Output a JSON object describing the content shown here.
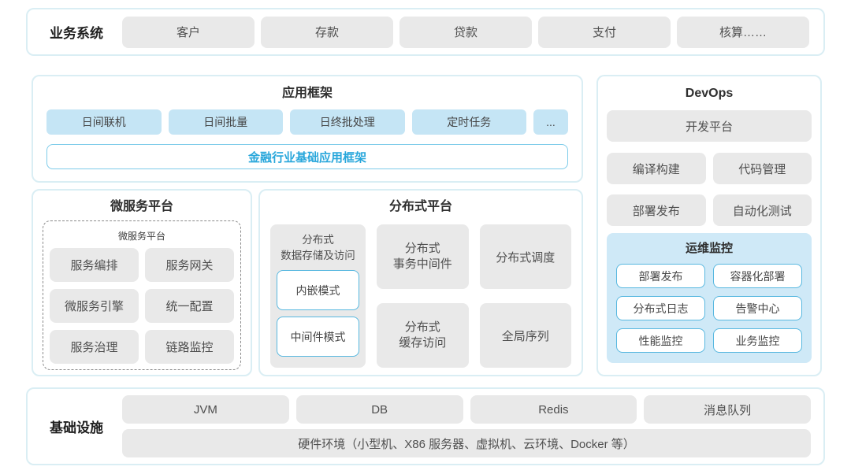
{
  "business_system": {
    "label": "业务系统",
    "items": [
      "客户",
      "存款",
      "贷款",
      "支付",
      "核算……"
    ]
  },
  "app_framework": {
    "title": "应用框架",
    "items": [
      "日间联机",
      "日间批量",
      "日终批处理",
      "定时任务",
      "..."
    ],
    "base_bar": "金融行业基础应用框架"
  },
  "microservice": {
    "title": "微服务平台",
    "inner_title": "微服务平台",
    "items": [
      "服务编排",
      "服务网关",
      "微服务引擎",
      "统一配置",
      "服务治理",
      "链路监控"
    ]
  },
  "distributed": {
    "title": "分布式平台",
    "storage": {
      "title": "分布式\n数据存储及访问",
      "modes": [
        "内嵌模式",
        "中间件模式"
      ]
    },
    "cells": [
      "分布式\n事务中间件",
      "分布式调度",
      "分布式\n缓存访问",
      "全局序列"
    ]
  },
  "devops": {
    "title": "DevOps",
    "dev_platform": "开发平台",
    "items": [
      "编译构建",
      "代码管理",
      "部署发布",
      "自动化测试"
    ],
    "ops_monitor": {
      "title": "运维监控",
      "items": [
        "部署发布",
        "容器化部署",
        "分布式日志",
        "告警中心",
        "性能监控",
        "业务监控"
      ]
    }
  },
  "infrastructure": {
    "label": "基础设施",
    "items": [
      "JVM",
      "DB",
      "Redis",
      "消息队列"
    ],
    "hardware": "硬件环境（小型机、X86 服务器、虚拟机、云环境、Docker 等）"
  },
  "colors": {
    "panel_border": "#daeef4",
    "gray_box": "#e9e9e9",
    "blue_box": "#c5e5f5",
    "monitor_bg": "#cfe9f7",
    "outline_blue": "#58b8e0",
    "accent_text": "#29a7db"
  }
}
